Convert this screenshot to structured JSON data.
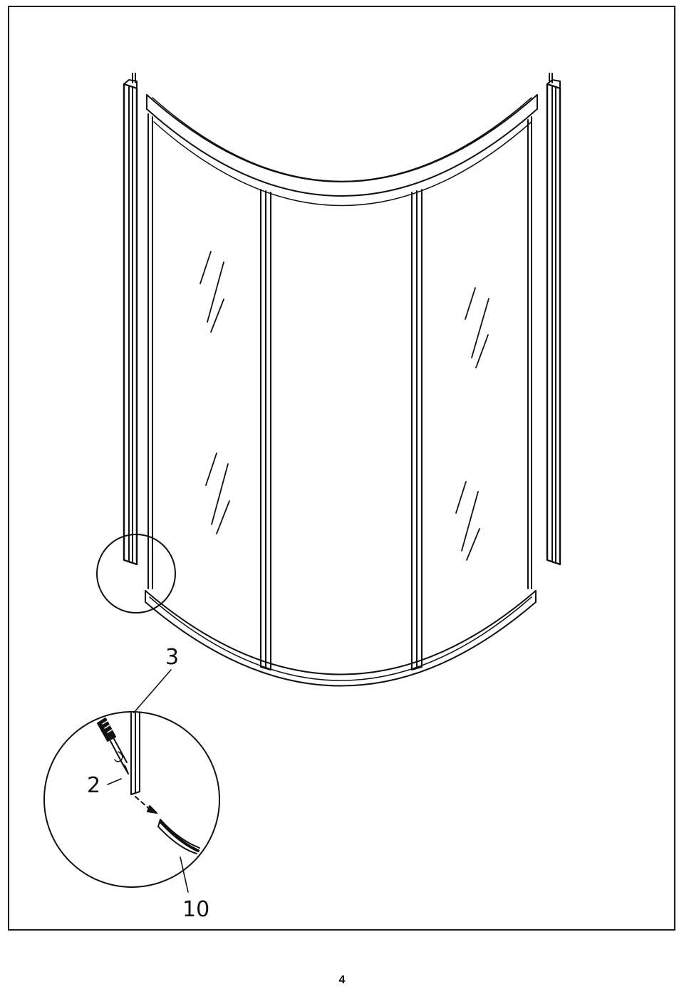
{
  "callouts": {
    "part_3": "3",
    "part_2": "2",
    "part_10": "10"
  },
  "page_number": "4"
}
